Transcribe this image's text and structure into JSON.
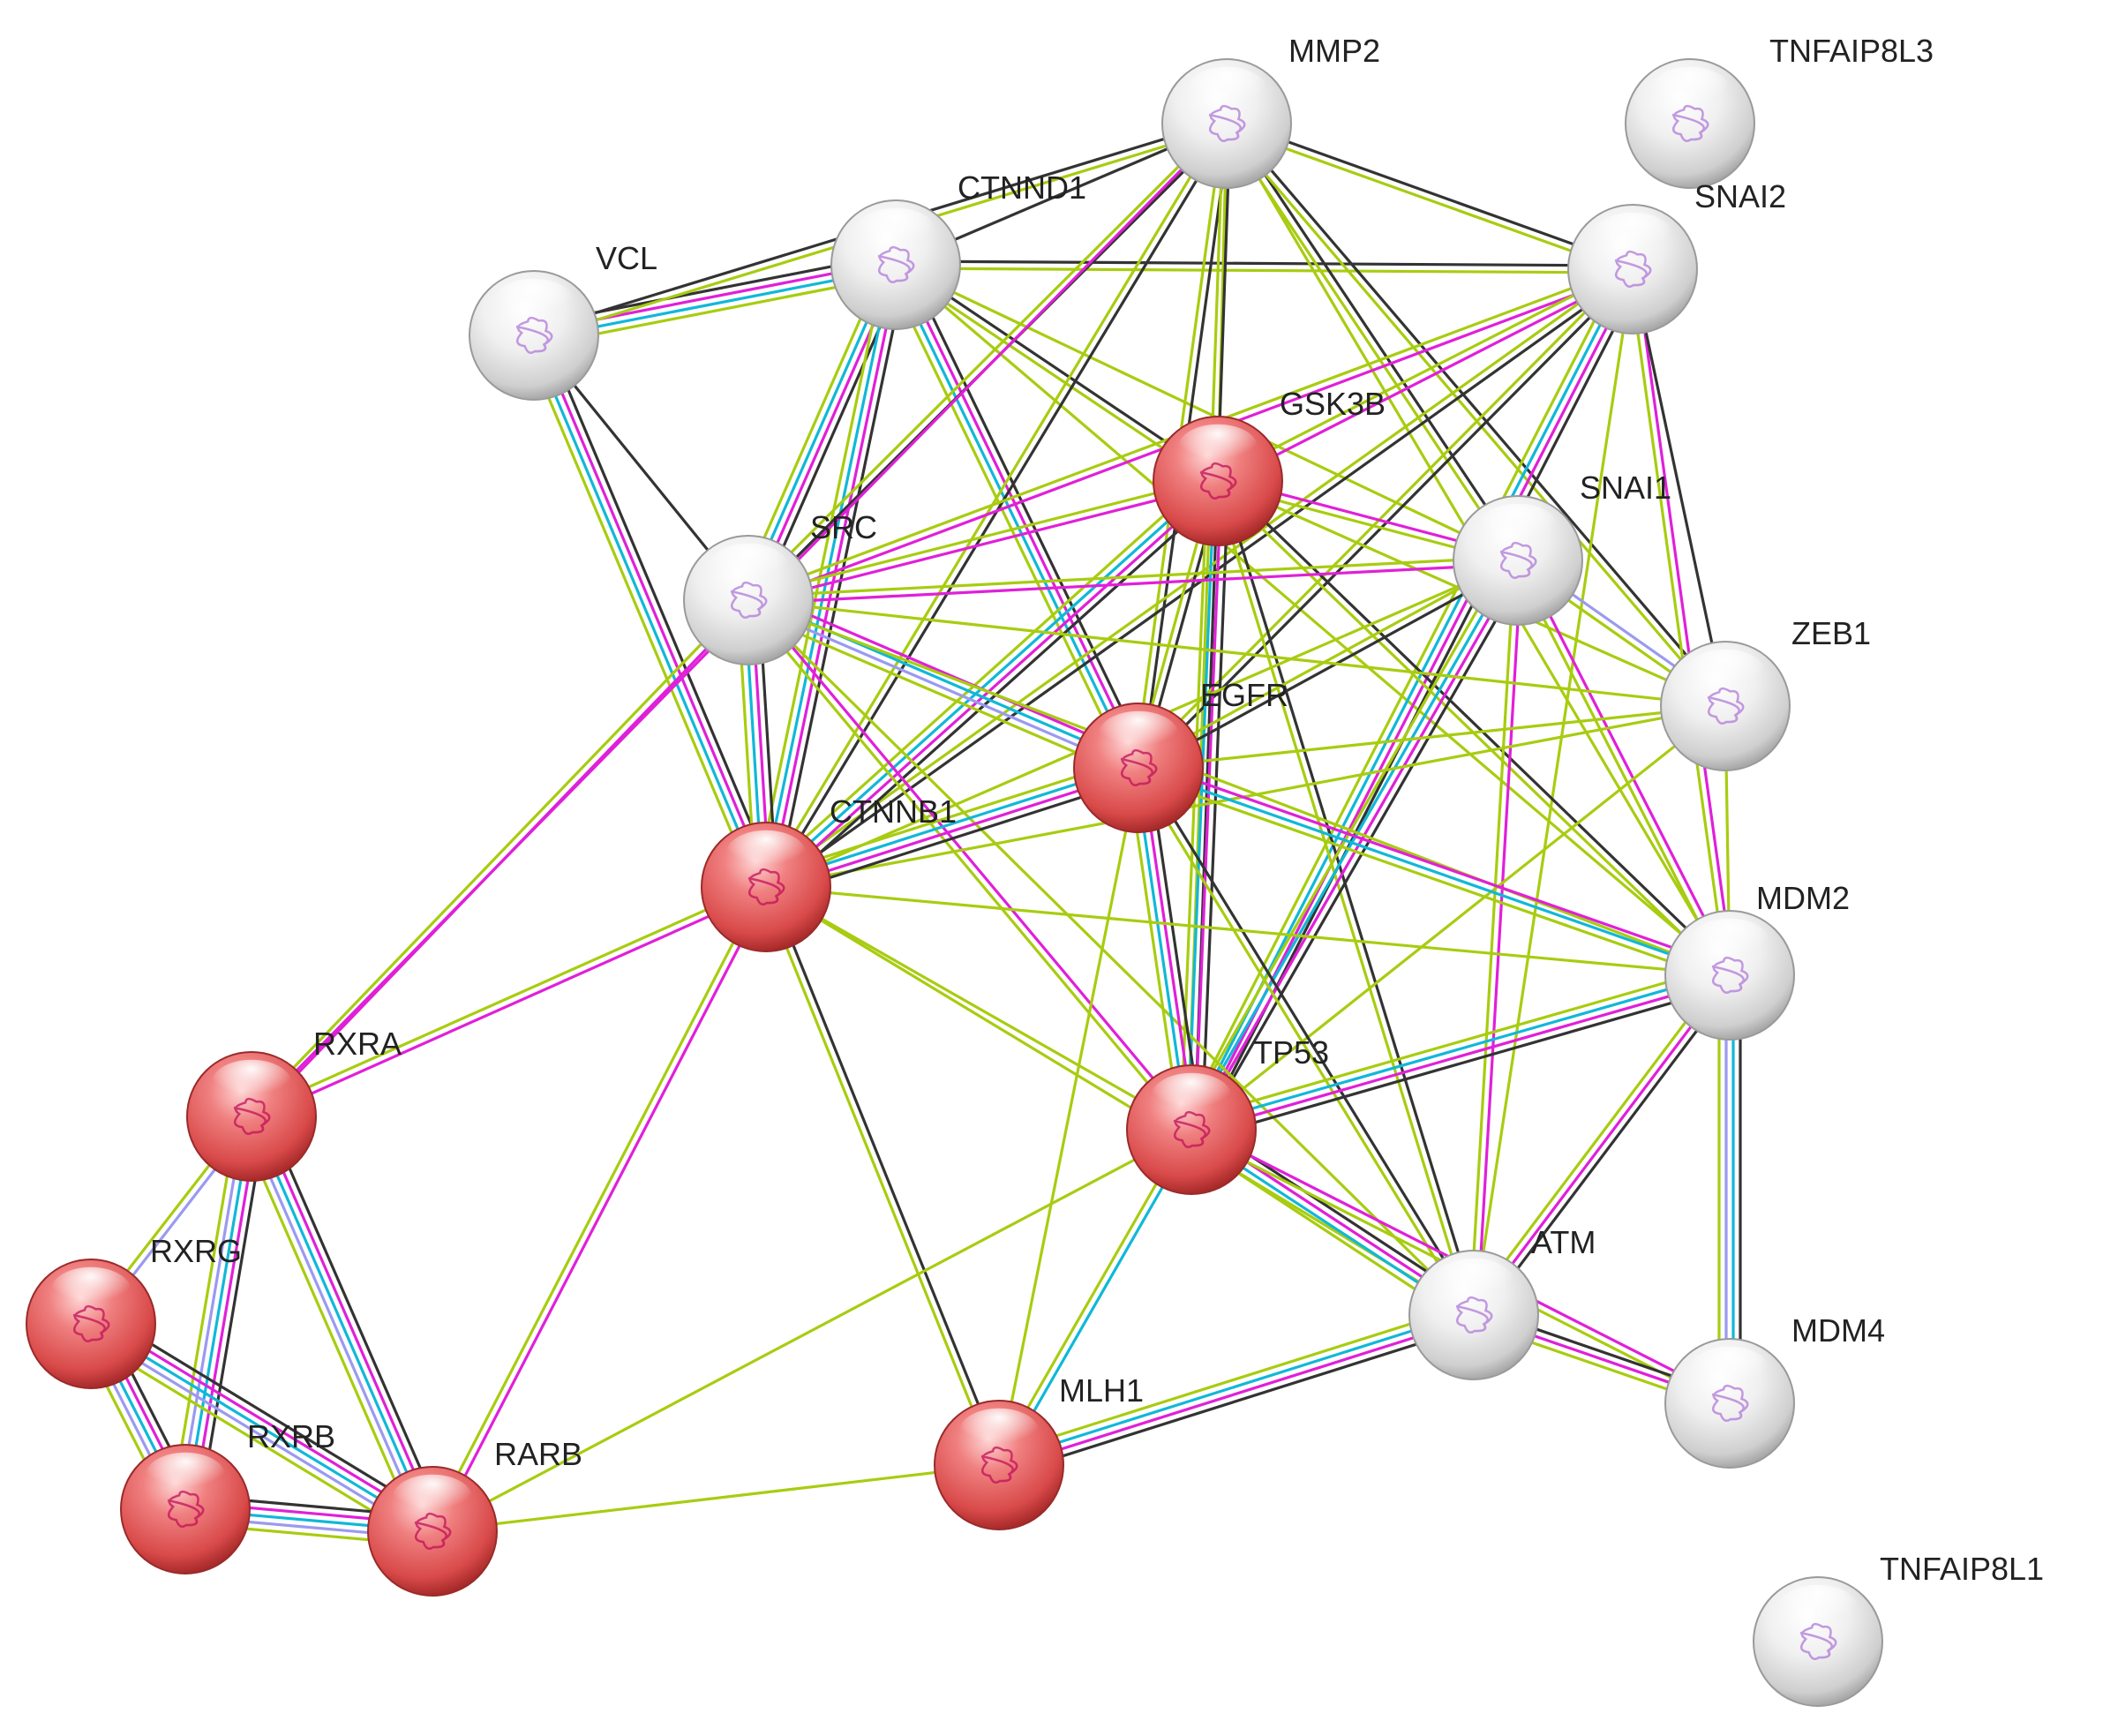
{
  "colors": {
    "query_node": "#e35a5a",
    "shell_node": "#e8e8e8",
    "edge_experimental": "#e020d8",
    "edge_database": "#10b8d8",
    "edge_textmining": "#a8cc10",
    "edge_coexpression": "#333333",
    "edge_homology": "#9a9af0"
  },
  "nodes": [
    {
      "id": "MMP2",
      "label": "MMP2",
      "type": "shell",
      "icon": "protein-structure"
    },
    {
      "id": "TNFAIP8L3",
      "label": "TNFAIP8L3",
      "type": "shell",
      "icon": "protein-structure"
    },
    {
      "id": "CTNND1",
      "label": "CTNND1",
      "type": "shell",
      "icon": "protein-structure"
    },
    {
      "id": "SNAI2",
      "label": "SNAI2",
      "type": "shell",
      "icon": "protein-structure"
    },
    {
      "id": "VCL",
      "label": "VCL",
      "type": "shell",
      "icon": "protein-structure"
    },
    {
      "id": "GSK3B",
      "label": "GSK3B",
      "type": "query",
      "icon": "protein-structure"
    },
    {
      "id": "SNAI1",
      "label": "SNAI1",
      "type": "shell",
      "icon": "protein-structure"
    },
    {
      "id": "SRC",
      "label": "SRC",
      "type": "shell",
      "icon": "protein-structure"
    },
    {
      "id": "ZEB1",
      "label": "ZEB1",
      "type": "shell",
      "icon": "protein-structure"
    },
    {
      "id": "EGFR",
      "label": "EGFR",
      "type": "query",
      "icon": "protein-structure"
    },
    {
      "id": "CTNNB1",
      "label": "CTNNB1",
      "type": "query",
      "icon": "protein-structure"
    },
    {
      "id": "MDM2",
      "label": "MDM2",
      "type": "shell",
      "icon": "protein-structure"
    },
    {
      "id": "RXRA",
      "label": "RXRA",
      "type": "query",
      "icon": "protein-structure"
    },
    {
      "id": "TP53",
      "label": "TP53",
      "type": "query",
      "icon": "protein-structure"
    },
    {
      "id": "RXRG",
      "label": "RXRG",
      "type": "query",
      "icon": "protein-structure"
    },
    {
      "id": "ATM",
      "label": "ATM",
      "type": "shell",
      "icon": "protein-structure"
    },
    {
      "id": "MDM4",
      "label": "MDM4",
      "type": "shell",
      "icon": "protein-structure"
    },
    {
      "id": "RXRB",
      "label": "RXRB",
      "type": "query",
      "icon": "protein-structure"
    },
    {
      "id": "RARB",
      "label": "RARB",
      "type": "query",
      "icon": "protein-structure"
    },
    {
      "id": "MLH1",
      "label": "MLH1",
      "type": "query",
      "icon": "protein-structure"
    },
    {
      "id": "TNFAIP8L1",
      "label": "TNFAIP8L1",
      "type": "shell",
      "icon": "protein-structure"
    }
  ],
  "edges": [
    {
      "source": "VCL",
      "target": "CTNND1",
      "evidence": [
        "coexpression",
        "experimental",
        "database",
        "textmining"
      ]
    },
    {
      "source": "VCL",
      "target": "MMP2",
      "evidence": [
        "coexpression",
        "textmining"
      ]
    },
    {
      "source": "VCL",
      "target": "SRC",
      "evidence": [
        "coexpression"
      ]
    },
    {
      "source": "VCL",
      "target": "CTNNB1",
      "evidence": [
        "coexpression",
        "experimental",
        "database",
        "textmining"
      ]
    },
    {
      "source": "CTNND1",
      "target": "MMP2",
      "evidence": [
        "coexpression"
      ]
    },
    {
      "source": "CTNND1",
      "target": "SNAI2",
      "evidence": [
        "coexpression",
        "textmining"
      ]
    },
    {
      "source": "CTNND1",
      "target": "SRC",
      "evidence": [
        "coexpression",
        "experimental",
        "database",
        "textmining"
      ]
    },
    {
      "source": "CTNND1",
      "target": "CTNNB1",
      "evidence": [
        "coexpression",
        "experimental",
        "database",
        "textmining"
      ]
    },
    {
      "source": "CTNND1",
      "target": "EGFR",
      "evidence": [
        "coexpression",
        "experimental",
        "database",
        "textmining"
      ]
    },
    {
      "source": "CTNND1",
      "target": "GSK3B",
      "evidence": [
        "coexpression",
        "textmining"
      ]
    },
    {
      "source": "CTNND1",
      "target": "SNAI1",
      "evidence": [
        "textmining"
      ]
    },
    {
      "source": "CTNND1",
      "target": "MDM2",
      "evidence": [
        "textmining"
      ]
    },
    {
      "source": "MMP2",
      "target": "SNAI2",
      "evidence": [
        "coexpression",
        "textmining"
      ]
    },
    {
      "source": "MMP2",
      "target": "SNAI1",
      "evidence": [
        "coexpression",
        "textmining"
      ]
    },
    {
      "source": "MMP2",
      "target": "ZEB1",
      "evidence": [
        "coexpression",
        "textmining"
      ]
    },
    {
      "source": "MMP2",
      "target": "SRC",
      "evidence": [
        "coexpression",
        "textmining"
      ]
    },
    {
      "source": "MMP2",
      "target": "CTNNB1",
      "evidence": [
        "coexpression",
        "textmining"
      ]
    },
    {
      "source": "MMP2",
      "target": "EGFR",
      "evidence": [
        "coexpression",
        "textmining"
      ]
    },
    {
      "source": "MMP2",
      "target": "GSK3B",
      "evidence": [
        "textmining"
      ]
    },
    {
      "source": "MMP2",
      "target": "TP53",
      "evidence": [
        "coexpression",
        "textmining"
      ]
    },
    {
      "source": "MMP2",
      "target": "MDM2",
      "evidence": [
        "textmining"
      ]
    },
    {
      "source": "MMP2",
      "target": "RXRA",
      "evidence": [
        "experimental"
      ]
    },
    {
      "source": "SNAI2",
      "target": "SRC",
      "evidence": [
        "experimental",
        "textmining"
      ]
    },
    {
      "source": "SNAI2",
      "target": "GSK3B",
      "evidence": [
        "experimental",
        "textmining"
      ]
    },
    {
      "source": "SNAI2",
      "target": "CTNNB1",
      "evidence": [
        "coexpression",
        "textmining"
      ]
    },
    {
      "source": "SNAI2",
      "target": "EGFR",
      "evidence": [
        "coexpression",
        "textmining"
      ]
    },
    {
      "source": "SNAI2",
      "target": "TP53",
      "evidence": [
        "coexpression",
        "experimental",
        "database",
        "textmining"
      ]
    },
    {
      "source": "SNAI2",
      "target": "MDM2",
      "evidence": [
        "experimental",
        "textmining"
      ]
    },
    {
      "source": "SNAI2",
      "target": "ATM",
      "evidence": [
        "textmining"
      ]
    },
    {
      "source": "SNAI2",
      "target": "ZEB1",
      "evidence": [
        "coexpression"
      ]
    },
    {
      "source": "GSK3B",
      "target": "SRC",
      "evidence": [
        "experimental",
        "textmining"
      ]
    },
    {
      "source": "GSK3B",
      "target": "CTNNB1",
      "evidence": [
        "coexpression",
        "experimental",
        "database",
        "textmining"
      ]
    },
    {
      "source": "GSK3B",
      "target": "EGFR",
      "evidence": [
        "coexpression",
        "textmining"
      ]
    },
    {
      "source": "GSK3B",
      "target": "SNAI1",
      "evidence": [
        "experimental",
        "textmining"
      ]
    },
    {
      "source": "GSK3B",
      "target": "TP53",
      "evidence": [
        "coexpression",
        "experimental",
        "database",
        "textmining"
      ]
    },
    {
      "source": "GSK3B",
      "target": "MDM2",
      "evidence": [
        "coexpression",
        "textmining"
      ]
    },
    {
      "source": "GSK3B",
      "target": "ATM",
      "evidence": [
        "coexpression",
        "textmining"
      ]
    },
    {
      "source": "GSK3B",
      "target": "ZEB1",
      "evidence": [
        "textmining"
      ]
    },
    {
      "source": "SNAI1",
      "target": "SRC",
      "evidence": [
        "experimental",
        "textmining"
      ]
    },
    {
      "source": "SNAI1",
      "target": "CTNNB1",
      "evidence": [
        "textmining"
      ]
    },
    {
      "source": "SNAI1",
      "target": "EGFR",
      "evidence": [
        "coexpression",
        "textmining"
      ]
    },
    {
      "source": "SNAI1",
      "target": "TP53",
      "evidence": [
        "coexpression",
        "experimental",
        "database",
        "textmining"
      ]
    },
    {
      "source": "SNAI1",
      "target": "MDM2",
      "evidence": [
        "experimental",
        "textmining"
      ]
    },
    {
      "source": "SNAI1",
      "target": "ATM",
      "evidence": [
        "experimental",
        "textmining"
      ]
    },
    {
      "source": "SNAI1",
      "target": "ZEB1",
      "evidence": [
        "homology",
        "textmining"
      ]
    },
    {
      "source": "SRC",
      "target": "CTNNB1",
      "evidence": [
        "coexpression",
        "experimental",
        "database",
        "textmining"
      ]
    },
    {
      "source": "SRC",
      "target": "EGFR",
      "evidence": [
        "experimental",
        "database",
        "homology",
        "textmining"
      ]
    },
    {
      "source": "SRC",
      "target": "TP53",
      "evidence": [
        "experimental",
        "textmining"
      ]
    },
    {
      "source": "SRC",
      "target": "MDM2",
      "evidence": [
        "textmining"
      ]
    },
    {
      "source": "SRC",
      "target": "ZEB1",
      "evidence": [
        "textmining"
      ]
    },
    {
      "source": "SRC",
      "target": "RXRA",
      "evidence": [
        "experimental",
        "textmining"
      ]
    },
    {
      "source": "SRC",
      "target": "ATM",
      "evidence": [
        "textmining"
      ]
    },
    {
      "source": "ZEB1",
      "target": "CTNNB1",
      "evidence": [
        "textmining"
      ]
    },
    {
      "source": "ZEB1",
      "target": "EGFR",
      "evidence": [
        "textmining"
      ]
    },
    {
      "source": "ZEB1",
      "target": "TP53",
      "evidence": [
        "textmining"
      ]
    },
    {
      "source": "ZEB1",
      "target": "MDM2",
      "evidence": [
        "textmining"
      ]
    },
    {
      "source": "EGFR",
      "target": "CTNNB1",
      "evidence": [
        "coexpression",
        "experimental",
        "database",
        "textmining"
      ]
    },
    {
      "source": "EGFR",
      "target": "TP53",
      "evidence": [
        "coexpression",
        "experimental",
        "database",
        "textmining"
      ]
    },
    {
      "source": "EGFR",
      "target": "MDM2",
      "evidence": [
        "experimental",
        "database",
        "textmining"
      ]
    },
    {
      "source": "EGFR",
      "target": "ATM",
      "evidence": [
        "coexpression",
        "textmining"
      ]
    },
    {
      "source": "EGFR",
      "target": "MLH1",
      "evidence": [
        "textmining"
      ]
    },
    {
      "source": "CTNNB1",
      "target": "TP53",
      "evidence": [
        "textmining"
      ]
    },
    {
      "source": "CTNNB1",
      "target": "MDM2",
      "evidence": [
        "textmining"
      ]
    },
    {
      "source": "CTNNB1",
      "target": "RXRA",
      "evidence": [
        "experimental",
        "textmining"
      ]
    },
    {
      "source": "CTNNB1",
      "target": "RARB",
      "evidence": [
        "experimental",
        "textmining"
      ]
    },
    {
      "source": "CTNNB1",
      "target": "MLH1",
      "evidence": [
        "coexpression",
        "textmining"
      ]
    },
    {
      "source": "CTNNB1",
      "target": "ATM",
      "evidence": [
        "textmining"
      ]
    },
    {
      "source": "MDM2",
      "target": "TP53",
      "evidence": [
        "coexpression",
        "experimental",
        "database",
        "textmining"
      ]
    },
    {
      "source": "MDM2",
      "target": "ATM",
      "evidence": [
        "coexpression",
        "experimental",
        "textmining"
      ]
    },
    {
      "source": "MDM2",
      "target": "MDM4",
      "evidence": [
        "coexpression",
        "database",
        "homology",
        "textmining"
      ]
    },
    {
      "source": "TP53",
      "target": "ATM",
      "evidence": [
        "coexpression",
        "experimental",
        "database",
        "textmining"
      ]
    },
    {
      "source": "TP53",
      "target": "MDM4",
      "evidence": [
        "experimental",
        "textmining"
      ]
    },
    {
      "source": "TP53",
      "target": "MLH1",
      "evidence": [
        "database",
        "textmining"
      ]
    },
    {
      "source": "TP53",
      "target": "RARB",
      "evidence": [
        "textmining"
      ]
    },
    {
      "source": "ATM",
      "target": "MDM4",
      "evidence": [
        "coexpression",
        "experimental",
        "textmining"
      ]
    },
    {
      "source": "ATM",
      "target": "MLH1",
      "evidence": [
        "coexpression",
        "experimental",
        "database",
        "textmining"
      ]
    },
    {
      "source": "MLH1",
      "target": "RARB",
      "evidence": [
        "textmining"
      ]
    },
    {
      "source": "RXRA",
      "target": "RXRG",
      "evidence": [
        "homology",
        "textmining"
      ]
    },
    {
      "source": "RXRA",
      "target": "RXRB",
      "evidence": [
        "coexpression",
        "experimental",
        "database",
        "homology",
        "textmining"
      ]
    },
    {
      "source": "RXRA",
      "target": "RARB",
      "evidence": [
        "coexpression",
        "experimental",
        "database",
        "homology",
        "textmining"
      ]
    },
    {
      "source": "RXRG",
      "target": "RXRB",
      "evidence": [
        "coexpression",
        "experimental",
        "database",
        "homology",
        "textmining"
      ]
    },
    {
      "source": "RXRG",
      "target": "RARB",
      "evidence": [
        "coexpression",
        "experimental",
        "database",
        "homology",
        "textmining"
      ]
    },
    {
      "source": "RXRB",
      "target": "RARB",
      "evidence": [
        "coexpression",
        "experimental",
        "database",
        "homology",
        "textmining"
      ]
    }
  ]
}
